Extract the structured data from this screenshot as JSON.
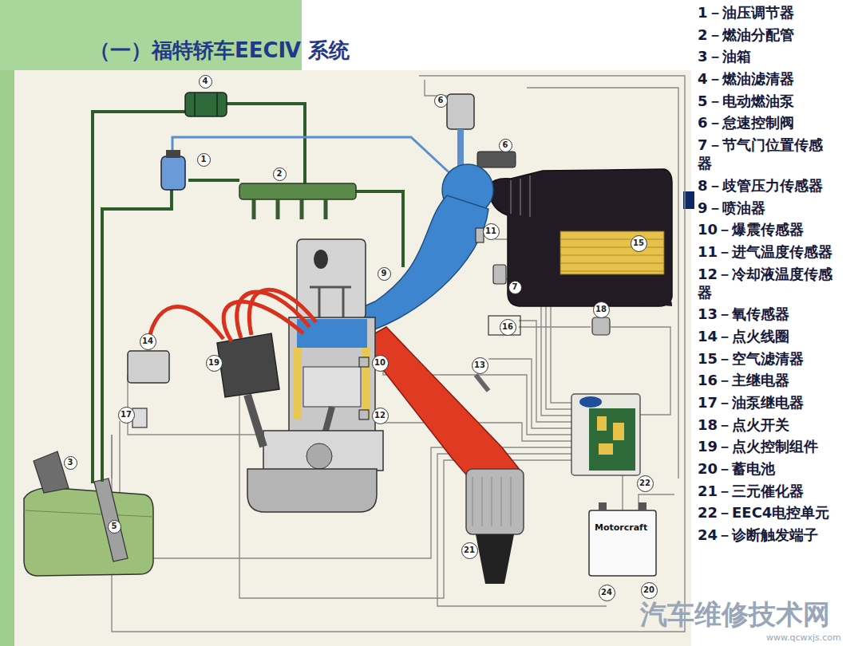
{
  "diagram": {
    "title": "（一）福特轿车EECⅣ 系统",
    "nodes": [
      {
        "text": [
          "4"
        ]
      },
      {
        "text": [
          "6"
        ]
      },
      {
        "text": [
          "6"
        ]
      },
      {
        "text": [
          "1"
        ]
      },
      {
        "text": [
          "2"
        ]
      },
      {
        "text": [
          "11"
        ]
      },
      {
        "text": [
          "15"
        ]
      },
      {
        "text": [
          "9"
        ]
      },
      {
        "text": [
          "7"
        ]
      },
      {
        "text": [
          "16"
        ]
      },
      {
        "text": [
          "18"
        ]
      },
      {
        "text": [
          "14"
        ]
      },
      {
        "text": [
          "10"
        ]
      },
      {
        "text": [
          "19"
        ]
      },
      {
        "text": [
          "13"
        ]
      },
      {
        "text": [
          "17"
        ]
      },
      {
        "text": [
          "12"
        ]
      },
      {
        "text": [
          "3"
        ]
      },
      {
        "text": [
          "22"
        ]
      },
      {
        "text": [
          "5"
        ]
      },
      {
        "text": [
          "21"
        ]
      },
      {
        "text": [
          "20"
        ]
      },
      {
        "text": [
          "24"
        ]
      }
    ],
    "labels": [
      "1－油压调节器",
      "2－燃油分配管",
      "3－油箱",
      "4－燃油滤清器",
      "5－电动燃油泵",
      "6－怠速控制阀",
      "7－节气门位置传感器",
      "8－歧管压力传感器",
      "9－喷油器",
      "10－爆震传感器",
      "11－进气温度传感器",
      "12－冷却液温度传感器",
      "13－氧传感器",
      "14－点火线圈",
      "15－空气滤清器",
      "16－主继电器",
      "17－油泵继电器",
      "18－点火开关",
      "19－点火控制组件",
      "20－蓄电池",
      "21－三元催化器",
      "22－EEC4电控单元",
      "24－诊断触发端子",
      "Motorcraft",
      "汽车维修技术网",
      "www.qcwxjs.com"
    ]
  }
}
